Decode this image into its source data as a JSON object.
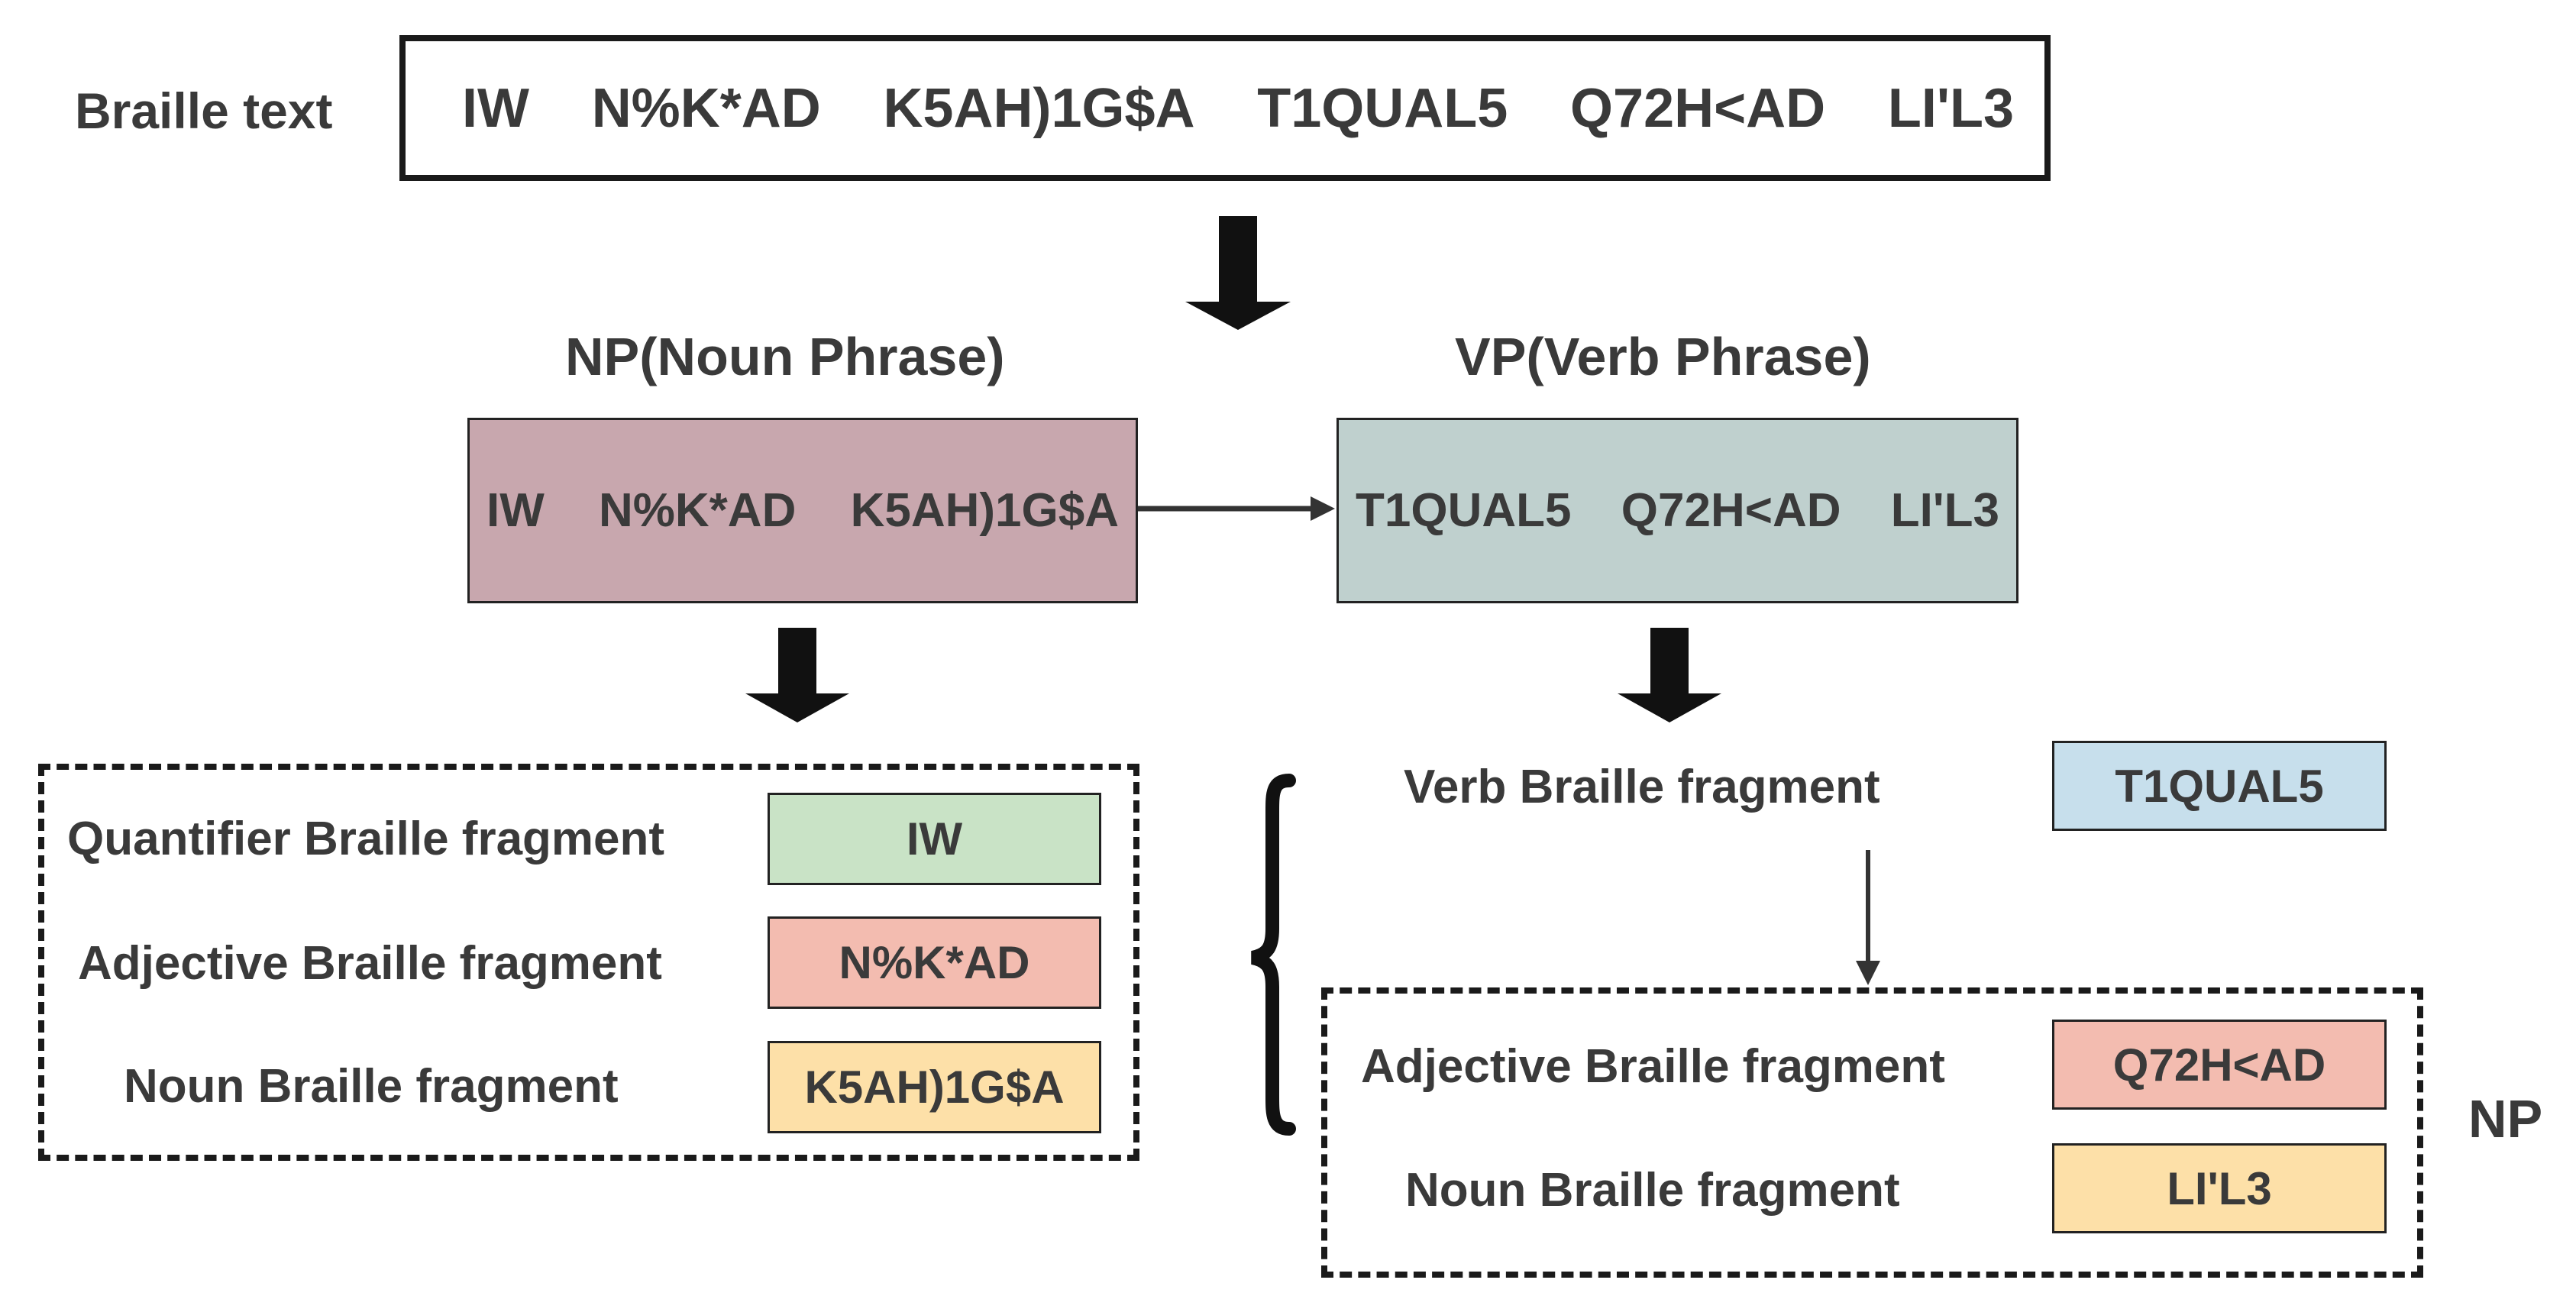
{
  "braille_text": {
    "label": "Braille text",
    "tokens": [
      "IW",
      "N%K*AD",
      "K5AH)1G$A",
      "T1QUAL5",
      "Q72H<AD",
      "LI'L3"
    ]
  },
  "np_phrase": {
    "title": "NP(Noun Phrase)",
    "tokens": [
      "IW",
      "N%K*AD",
      "K5AH)1G$A"
    ]
  },
  "vp_phrase": {
    "title": "VP(Verb Phrase)",
    "tokens": [
      "T1QUAL5",
      "Q72H<AD",
      "LI'L3"
    ]
  },
  "np_breakdown": [
    {
      "label": "Quantifier Braille fragment",
      "value": "IW",
      "color": "#c9e3c6"
    },
    {
      "label": "Adjective Braille fragment",
      "value": "N%K*AD",
      "color": "#f3bcb0"
    },
    {
      "label": "Noun Braille fragment",
      "value": "K5AH)1G$A",
      "color": "#fde0a8"
    }
  ],
  "vp_breakdown": {
    "verb": {
      "label": "Verb Braille fragment",
      "value": "T1QUAL5",
      "color": "#c7dfec"
    },
    "np_group": {
      "tag": "NP",
      "items": [
        {
          "label": "Adjective Braille fragment",
          "value": "Q72H<AD",
          "color": "#f3bcb0"
        },
        {
          "label": "Noun Braille fragment",
          "value": "LI'L3",
          "color": "#fde0a8"
        }
      ]
    }
  },
  "colors": {
    "np_box": "#c8a7ae",
    "vp_box": "#bfd0ce",
    "quantifier": "#c9e3c6",
    "adjective": "#f3bcb0",
    "noun": "#fde0a8",
    "verb": "#c7dfec"
  }
}
